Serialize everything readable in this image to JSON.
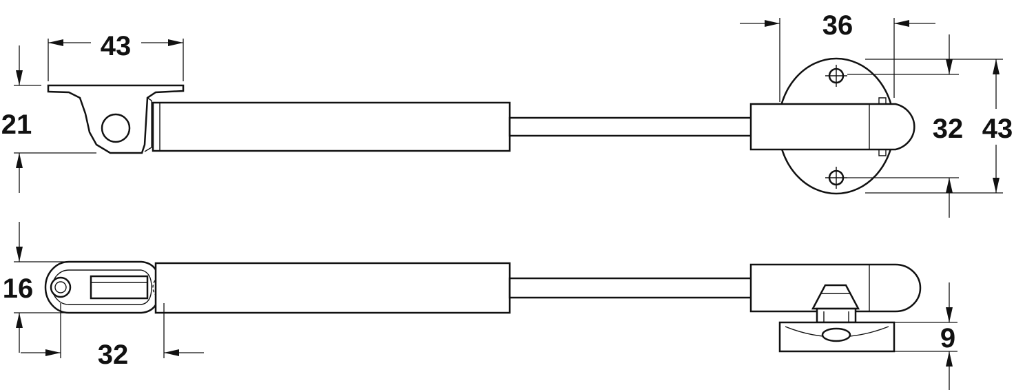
{
  "dimensions": {
    "top_bracket_width": "43",
    "top_bracket_height": "21",
    "right_plate_width": "36",
    "right_hole_spacing": "32",
    "right_plate_height": "43",
    "bottom_eye_height": "16",
    "bottom_offset": "32",
    "bottom_foot_height": "9"
  }
}
